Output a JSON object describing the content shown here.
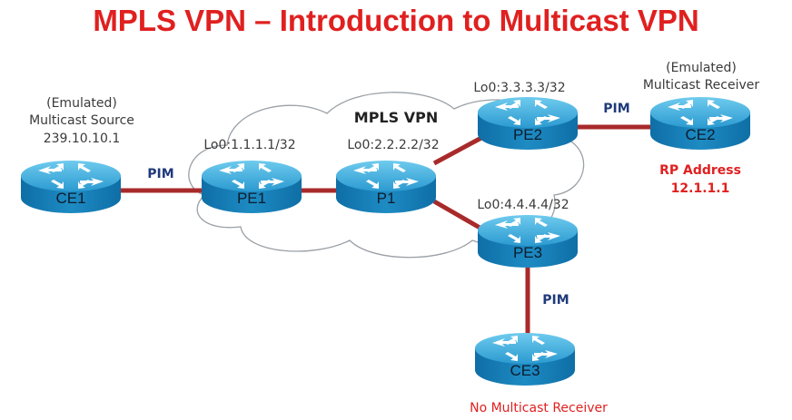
{
  "title": "MPLS VPN – Introduction to Multicast VPN",
  "cloud_label": "MPLS VPN",
  "routers": {
    "ce1": {
      "name": "CE1"
    },
    "pe1": {
      "name": "PE1"
    },
    "p1": {
      "name": "P1"
    },
    "pe2": {
      "name": "PE2"
    },
    "ce2": {
      "name": "CE2"
    },
    "pe3": {
      "name": "PE3"
    },
    "ce3": {
      "name": "CE3"
    }
  },
  "loopbacks": {
    "pe1": "Lo0:1.1.1.1/32",
    "p1": "Lo0:2.2.2.2/32",
    "pe2": "Lo0:3.3.3.3/32",
    "pe3": "Lo0:4.4.4.4/32"
  },
  "source": {
    "line1": "(Emulated)",
    "line2": "Multicast Source",
    "line3": "239.10.10.1"
  },
  "receiver": {
    "line1": "(Emulated)",
    "line2": "Multicast Receiver"
  },
  "rp": {
    "line1": "RP Address",
    "line2": "12.1.1.1"
  },
  "pim_labels": {
    "ce1_pe1": "PIM",
    "pe2_ce2": "PIM",
    "pe3_ce3": "PIM"
  },
  "no_receiver": "No Multicast Receiver",
  "colors": {
    "title": "#e02020",
    "link": "#a82a2a",
    "router_body": "#1e8bc3",
    "router_top": "#3fb0e0",
    "pim": "#1f3a7a"
  }
}
